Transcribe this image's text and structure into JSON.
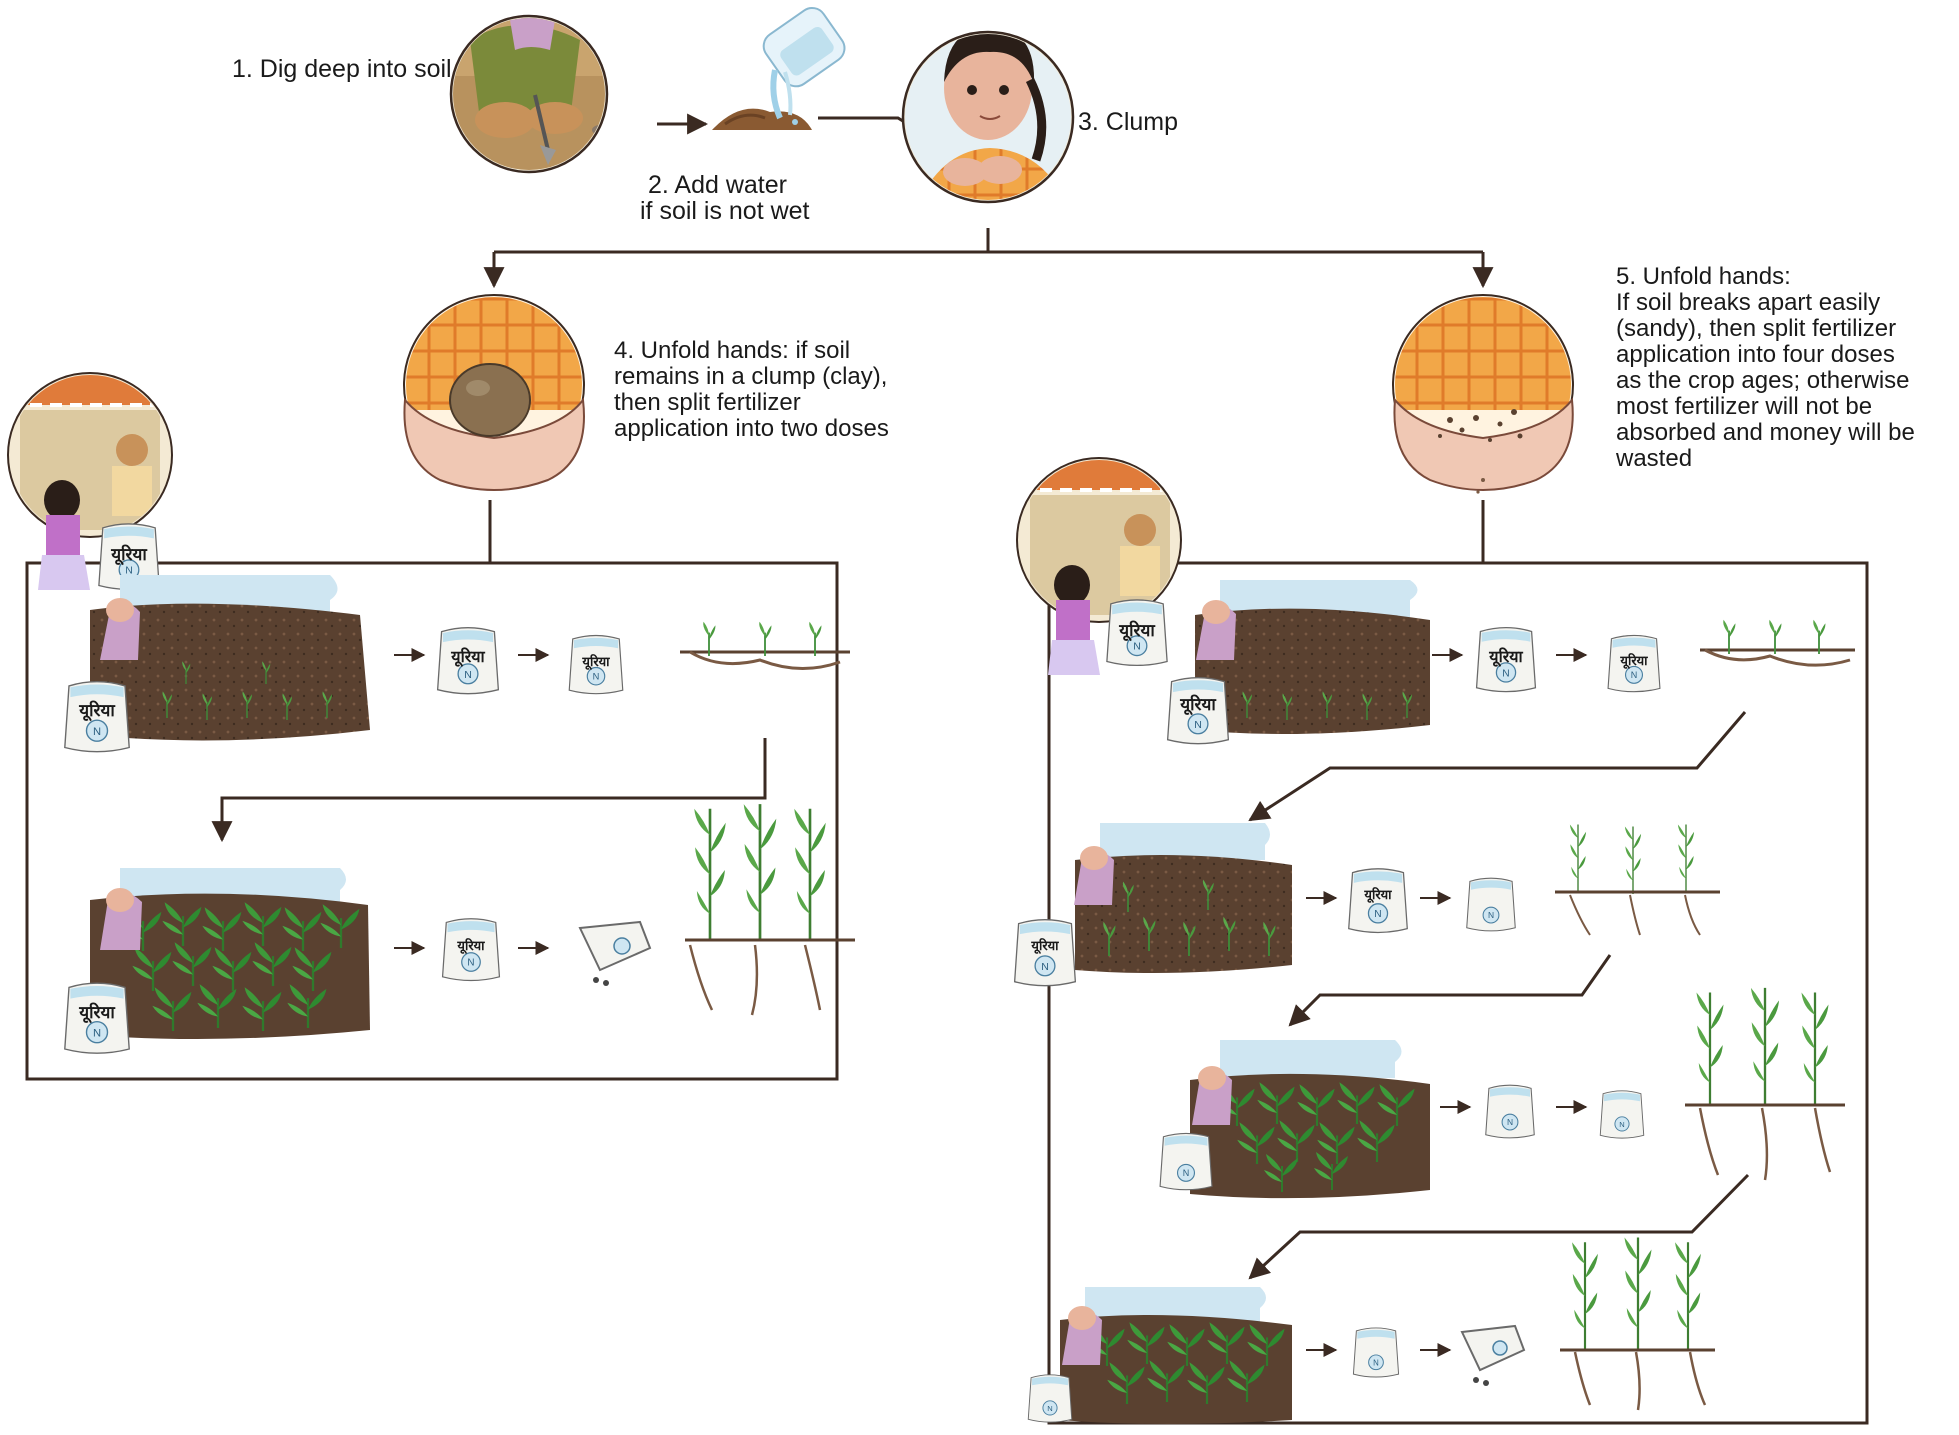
{
  "steps": {
    "step1": "1. Dig deep into soil",
    "step2_line1": "2. Add water",
    "step2_line2": "if soil is not wet",
    "step3": "3. Clump",
    "step4_lines": [
      "4. Unfold hands: if soil",
      "remains in a clump (clay),",
      "then split fertilizer",
      "application into two doses"
    ],
    "step5_lines": [
      "5. Unfold hands:",
      "If soil breaks apart easily",
      "(sandy), then split fertilizer",
      "application into four doses",
      "as the crop ages; otherwise",
      "most fertilizer will not be",
      "absorbed and money will be",
      "wasted"
    ]
  },
  "bag_label": "यूरिया",
  "bag_label_alt": "यूरिया",
  "colors": {
    "line": "#3a2a22",
    "sky": "#cfe6f2",
    "soil": "#5a4130",
    "crop": "#3e8e3a",
    "shirt": "#f0a040",
    "skin": "#e8b49c"
  },
  "icons": [
    "digging-farmer-illustration",
    "water-pour-illustration",
    "girl-clumping-soil-illustration",
    "hands-clay-clump-illustration",
    "hands-sandy-soil-illustration",
    "shop-purchase-illustration",
    "fertilizer-bag-icon",
    "field-seedling-illustration",
    "root-growth-illustration"
  ]
}
